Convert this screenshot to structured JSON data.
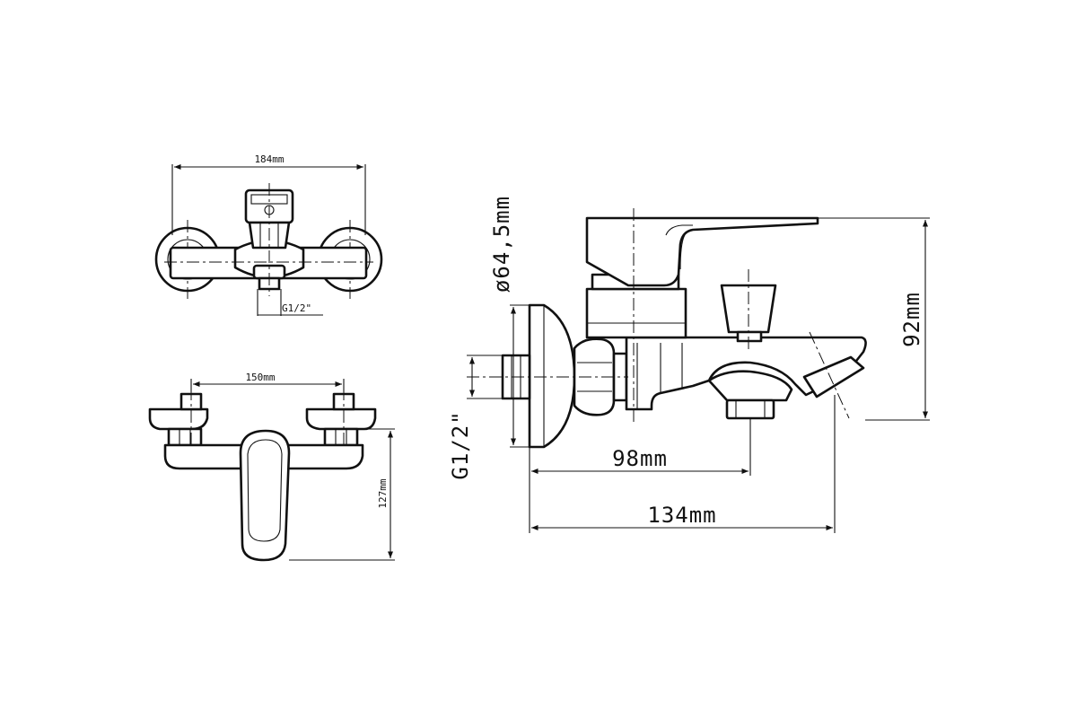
{
  "drawing": {
    "top_view": {
      "overall_width_label": "184mm",
      "thread_label": "G1/2\""
    },
    "front_view": {
      "centers_label": "150mm",
      "depth_label": "127mm"
    },
    "side_view": {
      "flange_diameter_label": "ø64,5mm",
      "height_label": "92mm",
      "thread_label": "G1/2\"",
      "spout_reach_label": "98mm",
      "total_length_label": "134mm"
    },
    "colors": {
      "line": "#111111",
      "background": "#ffffff"
    }
  }
}
